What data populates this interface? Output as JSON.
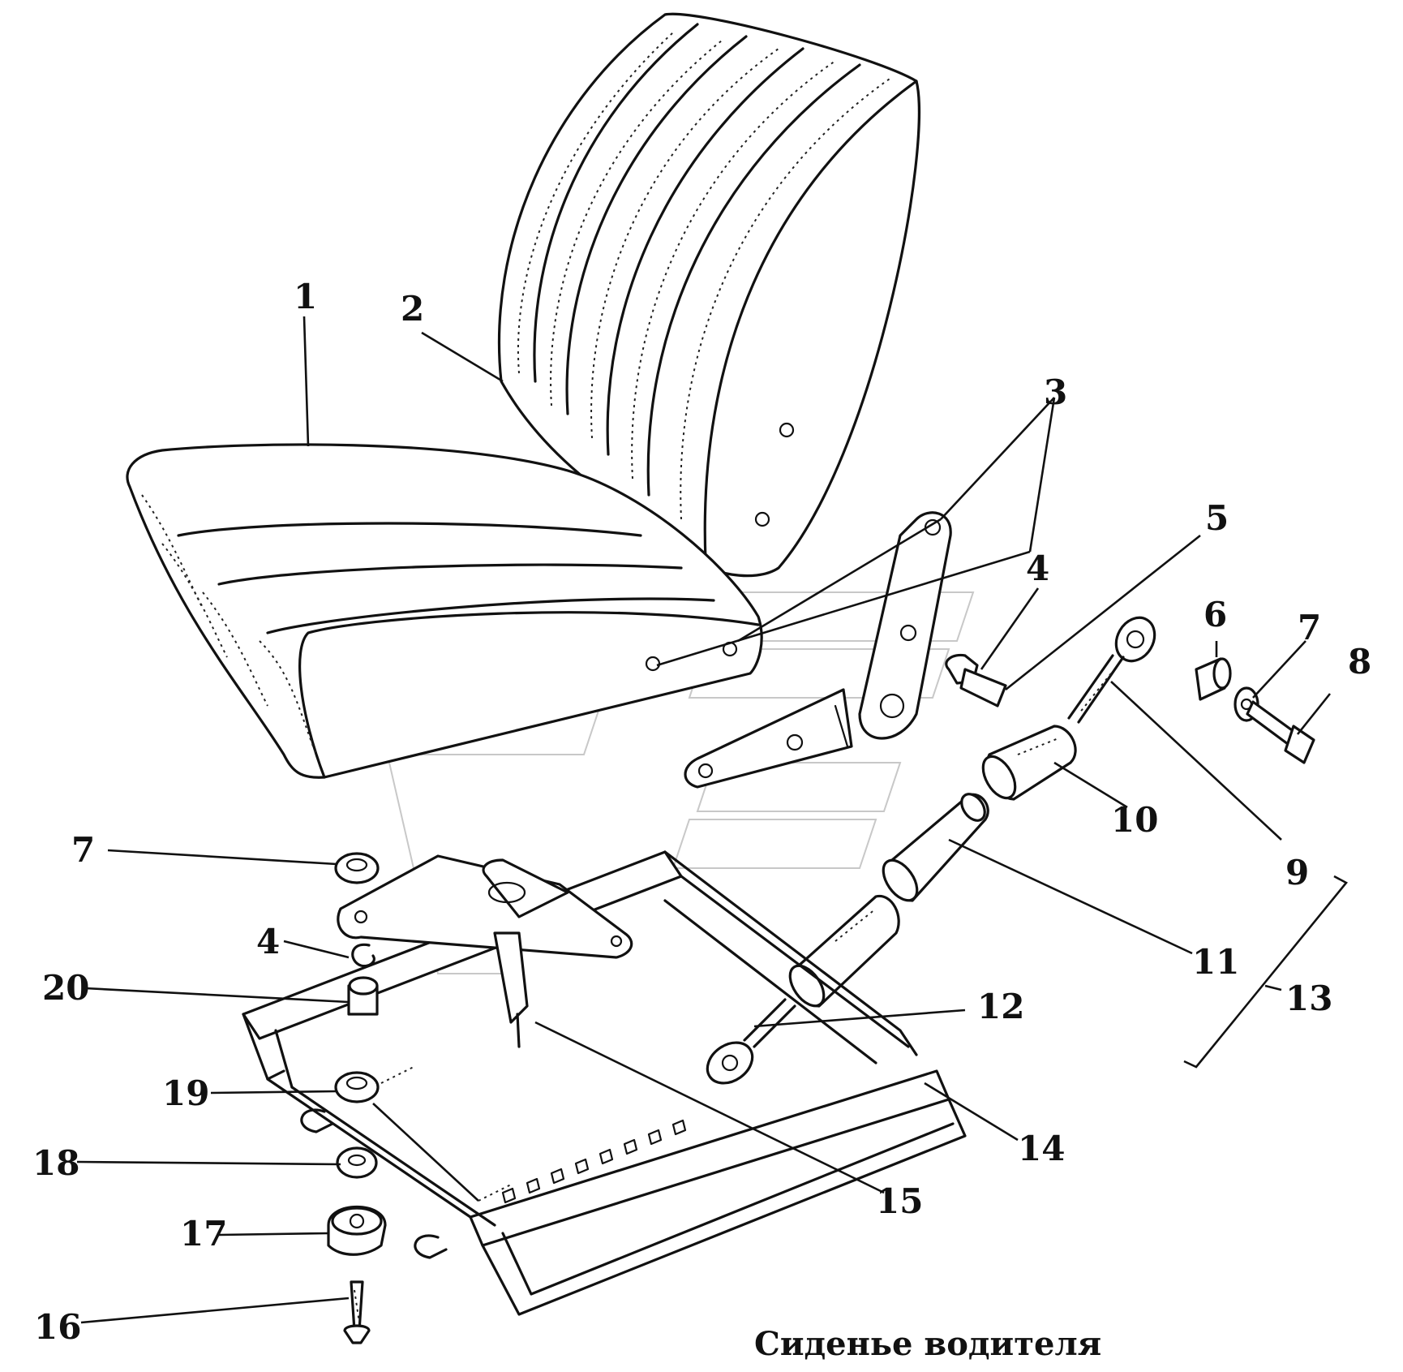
{
  "title": "Сиденье водителя",
  "callouts": [
    "1",
    "2",
    "3",
    "4",
    "5",
    "6",
    "7",
    "8",
    "9",
    "10",
    "11",
    "12",
    "13",
    "14",
    "15",
    "16",
    "17",
    "18",
    "19",
    "20",
    "7",
    "4"
  ]
}
